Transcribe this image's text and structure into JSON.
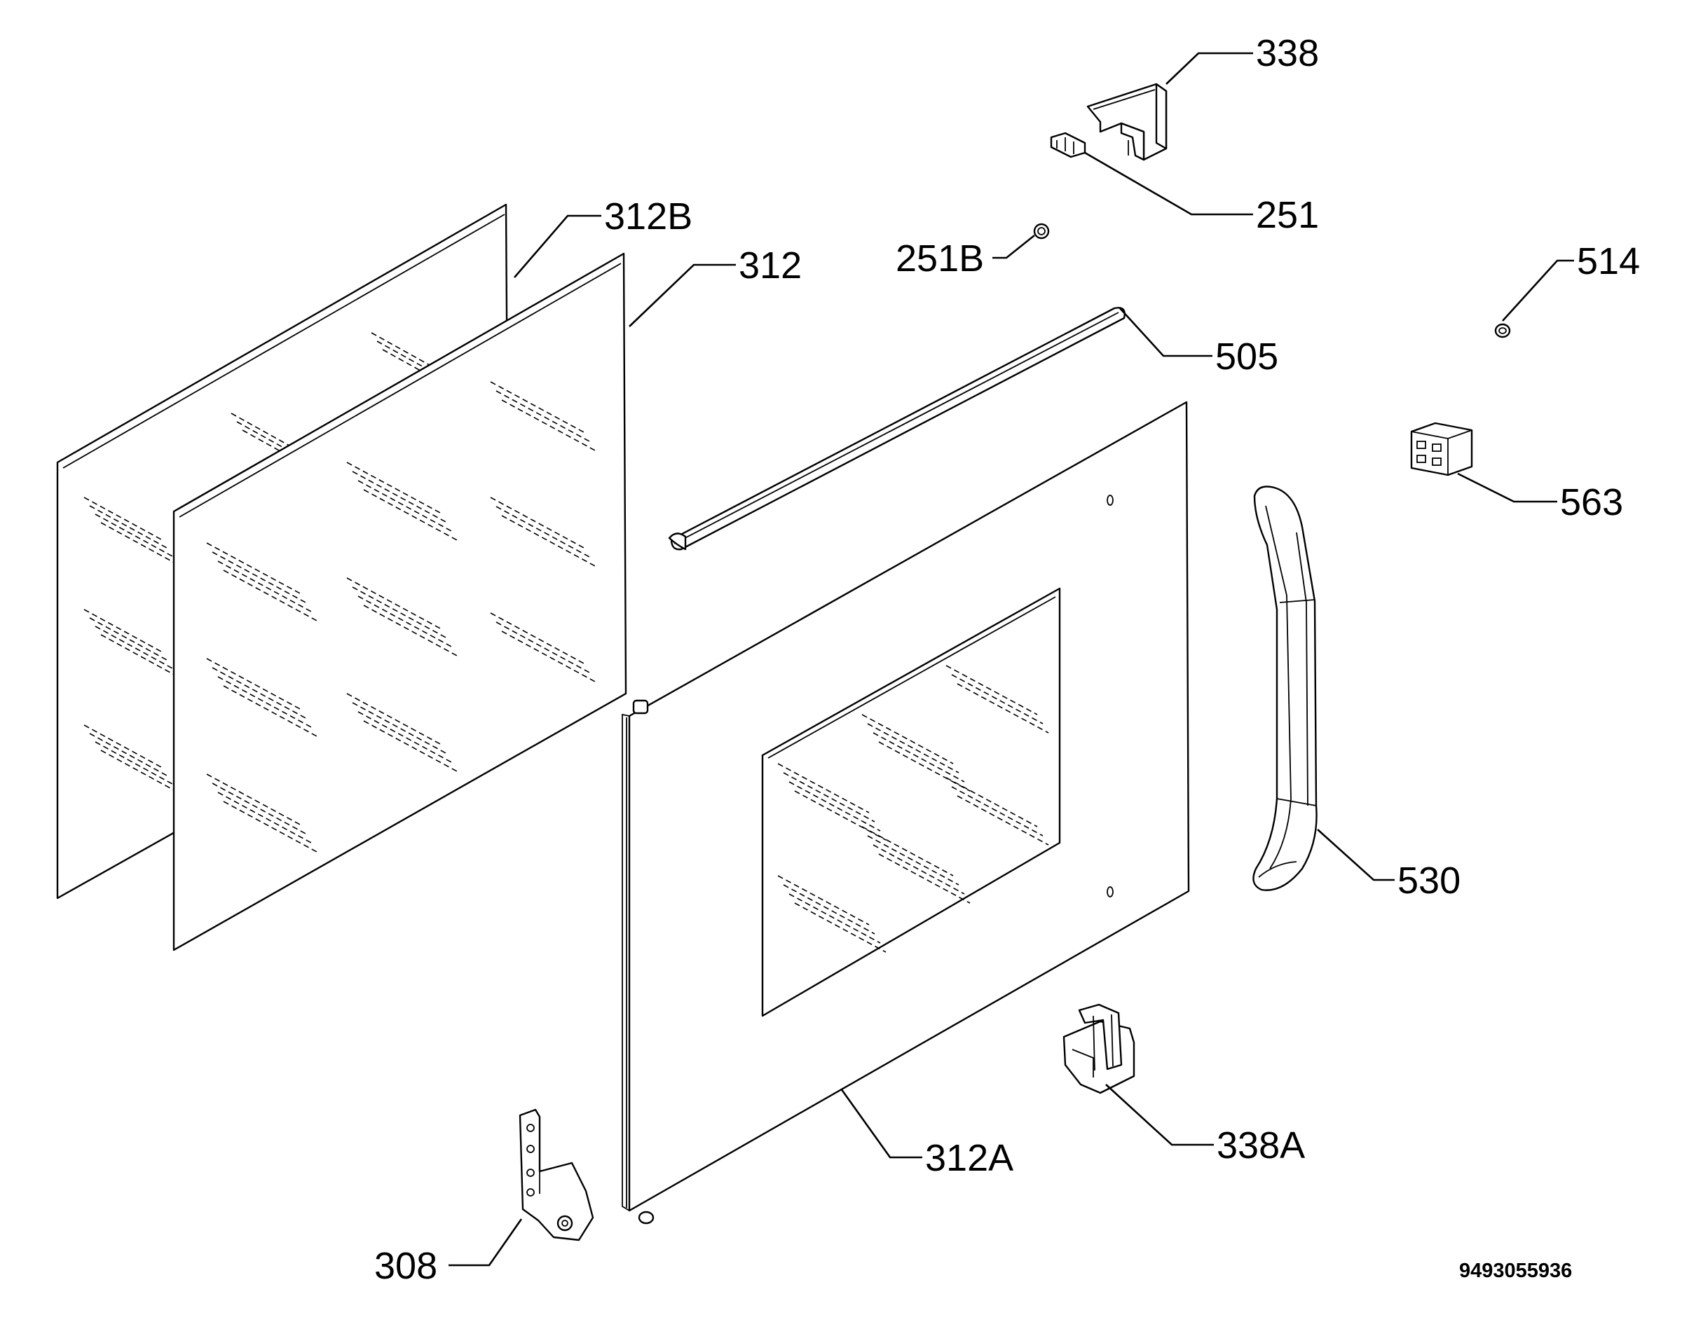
{
  "diagram": {
    "parts": [
      {
        "key": "p338",
        "label": "338"
      },
      {
        "key": "p251",
        "label": "251"
      },
      {
        "key": "p312B",
        "label": "312B"
      },
      {
        "key": "p312",
        "label": "312"
      },
      {
        "key": "p251B",
        "label": "251B"
      },
      {
        "key": "p514",
        "label": "514"
      },
      {
        "key": "p505",
        "label": "505"
      },
      {
        "key": "p563",
        "label": "563"
      },
      {
        "key": "p530",
        "label": "530"
      },
      {
        "key": "p312A",
        "label": "312A"
      },
      {
        "key": "p338A",
        "label": "338A"
      },
      {
        "key": "p308",
        "label": "308"
      }
    ],
    "document_number": "9493055936"
  }
}
